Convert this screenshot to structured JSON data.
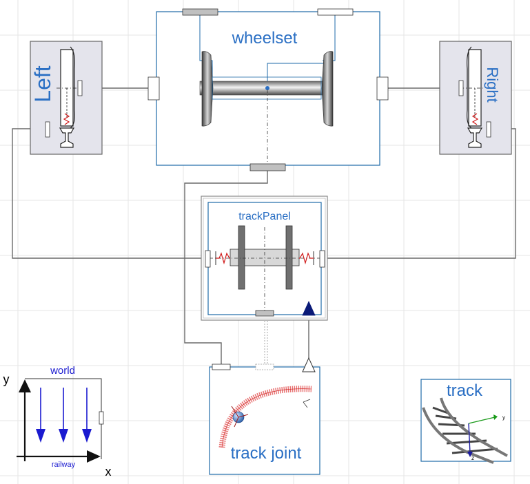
{
  "components": {
    "wheelset": {
      "label": "wheelset"
    },
    "left": {
      "label": "Left"
    },
    "right": {
      "label": "Right"
    },
    "track_panel": {
      "label": "trackPanel"
    },
    "track_joint": {
      "label": "track joint"
    },
    "world": {
      "label": "world",
      "sublabel": "railway",
      "axis_y": "y",
      "axis_x": "x"
    },
    "track": {
      "label": "track",
      "axis_y": "y",
      "axis_z": "z"
    }
  },
  "colors": {
    "label_blue": "#2a6fc4",
    "frame_blue": "#1e6aa8",
    "navy": "#1a1ad0",
    "connector_grey": "#c0c0c0",
    "wire_grey": "#6a6a6a",
    "spring_red": "#d01818",
    "arrow_navy": "#0a1a78"
  },
  "icons": [
    "wheelset-axle-icon",
    "wheel-rail-contact-icon",
    "spring-icon",
    "curved-track-icon",
    "gravity-arrow-icon",
    "rail-track-icon"
  ]
}
